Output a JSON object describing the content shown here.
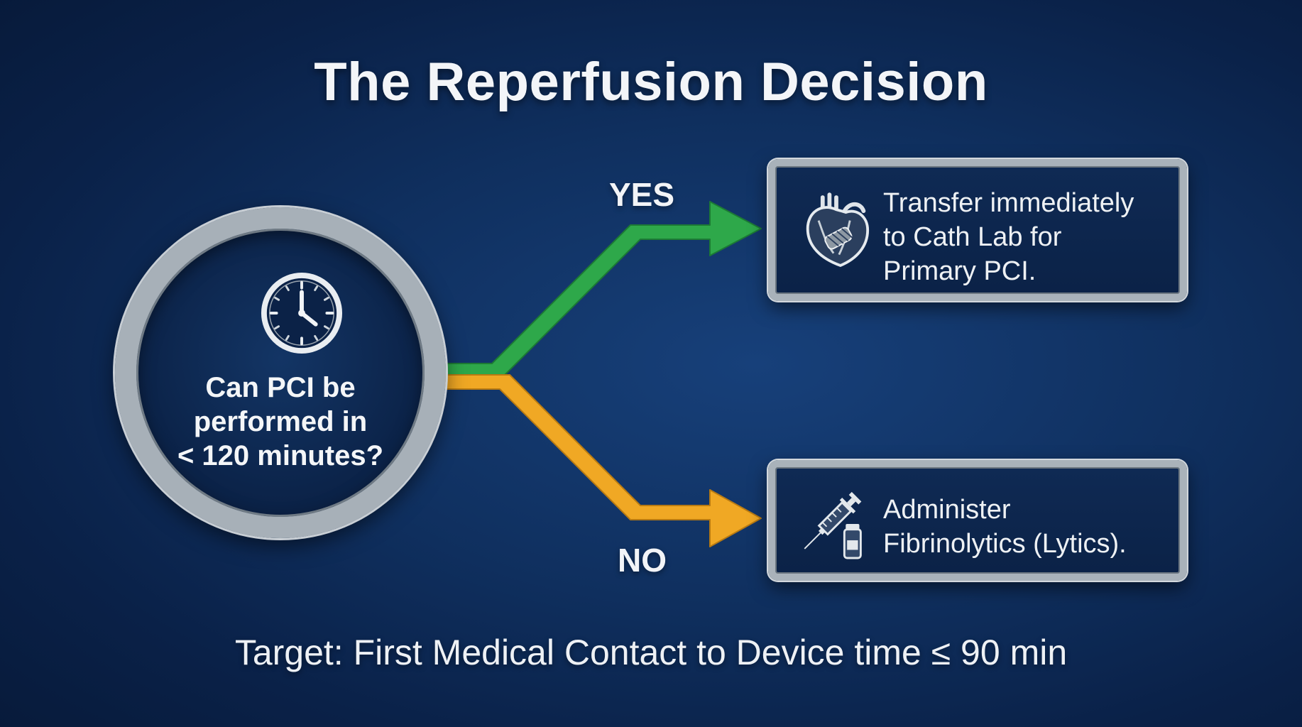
{
  "title": "The Reperfusion Decision",
  "decision": {
    "question_lines": [
      "Can PCI be",
      "performed in",
      "< 120 minutes?"
    ],
    "icon": "clock-icon"
  },
  "branches": {
    "yes": {
      "label": "YES",
      "color": "#2ea84a",
      "icon": "heart-stent-icon",
      "text_lines": [
        "Transfer immediately",
        "to Cath Lab for",
        "Primary PCI."
      ]
    },
    "no": {
      "label": "NO",
      "color": "#f0a824",
      "icon": "syringe-vial-icon",
      "text_lines": [
        "Administer",
        "Fibrinolytics (Lytics)."
      ]
    }
  },
  "footer": "Target: First Medical Contact to Device time ≤ 90 min",
  "colors": {
    "background": "#0f2f5e",
    "frame": "#a9b2ba",
    "text": "#f3f5f8"
  }
}
